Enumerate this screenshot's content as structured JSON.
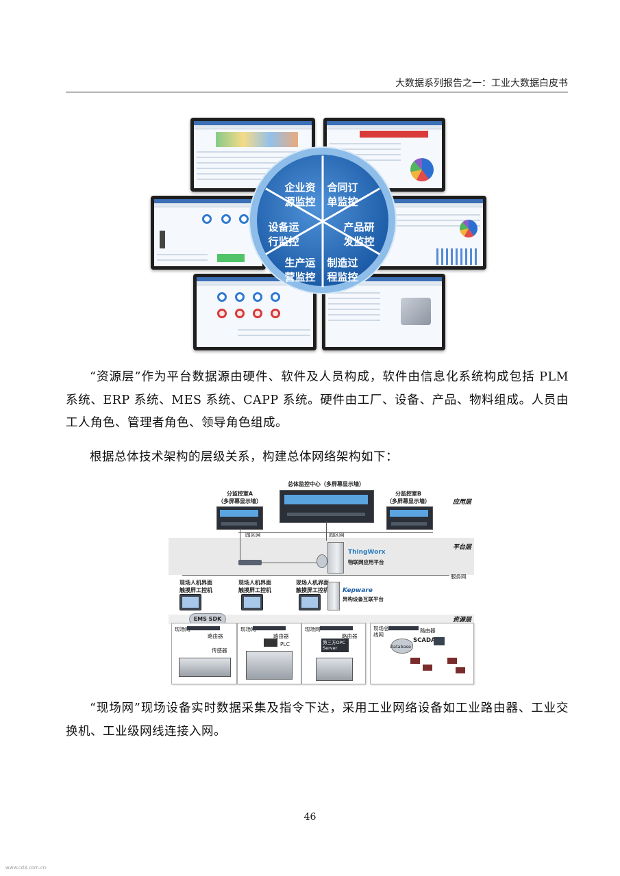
{
  "header": {
    "title": "大数据系列报告之一：工业大数据白皮书"
  },
  "figure1": {
    "segments": [
      {
        "label_line1": "企业资",
        "label_line2": "源监控"
      },
      {
        "label_line1": "合同订",
        "label_line2": "单监控"
      },
      {
        "label_line1": "产品研",
        "label_line2": "发监控"
      },
      {
        "label_line1": "制造过",
        "label_line2": "程监控"
      },
      {
        "label_line1": "生产运",
        "label_line2": "营监控"
      },
      {
        "label_line1": "设备运",
        "label_line2": "行监控"
      }
    ]
  },
  "paragraphs": [
    "“资源层”作为平台数据源由硬件、软件及人员构成，软件由信息化系统构成包括 PLM 系统、ERP 系统、MES 系统、CAPP 系统。硬件由工厂、设备、产品、物料组成。人员由工人角色、管理者角色、领导角色组成。",
    "根据总体技术架构的层级关系，构建总体网络架构如下：",
    "“现场网”现场设备实时数据采集及指令下达，采用工业网络设备如工业路由器、工业交换机、工业级网线连接入网。"
  ],
  "figure2": {
    "center_title": "总体监控中心（多屏幕显示墙）",
    "room_a": {
      "line1": "分监控室A",
      "line2": "（多屏幕显示墙）"
    },
    "room_b": {
      "line1": "分监控室B",
      "line2": "（多屏幕显示墙）"
    },
    "campus_net_left": "园区网",
    "campus_net_center": "园区网",
    "layer_app": "应用层",
    "layer_platform": "平台层",
    "layer_resource": "资源层",
    "thingworx": "ThingWorx",
    "iot_platform": "物联网应用平台",
    "service_net": "服务网",
    "hmi_label_1": "现场人机界面",
    "hmi_label_2": "触摸屏工控机",
    "kepware": "Kepware",
    "hetero_platform": "异构设备互联平台",
    "ems_sdk": "EMS SDK",
    "field_net": "现场网",
    "field_bus_net_1": "现场总",
    "field_bus_net_2": "线网",
    "router": "路由器",
    "sensor": "传感器",
    "plc": "PLC",
    "opc_1": "第三方OPC",
    "opc_2": "Server",
    "database": "Database",
    "scada": "SCADA"
  },
  "page_number": "46",
  "footer_url": "www.cd3.com.cn"
}
